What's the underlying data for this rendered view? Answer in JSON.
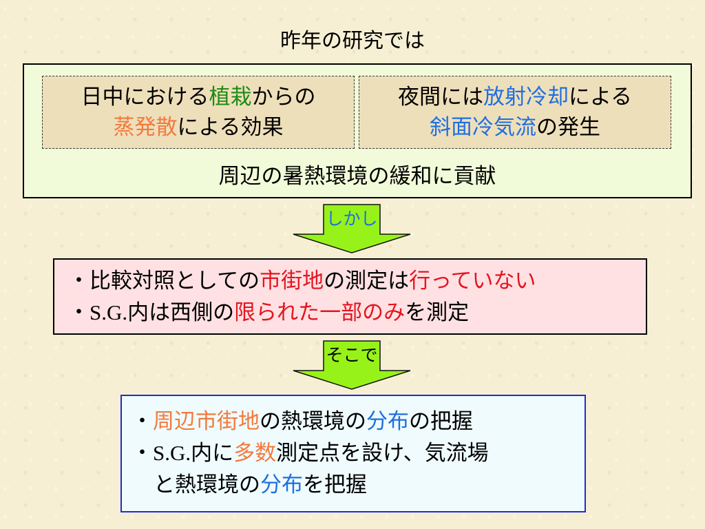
{
  "title": "昨年の研究では",
  "summary_box": {
    "left_note": {
      "line1_a": "日中における",
      "line1_b": "植栽",
      "line1_c": "からの",
      "line2_a": "蒸発散",
      "line2_b": "による効果"
    },
    "right_note": {
      "line1_a": "夜間には",
      "line1_b": "放射冷却",
      "line1_c": "による",
      "line2_a": "斜面冷気流",
      "line2_b": "の発生"
    },
    "caption": "周辺の暑熱環境の緩和に貢献"
  },
  "arrow1_label": "しかし",
  "problems": {
    "item1": {
      "bullet": "・",
      "a": "比較対照としての",
      "b": "市街地",
      "c": "の測定は",
      "d": "行っていない"
    },
    "item2": {
      "bullet": "・",
      "a": "S.G.",
      "b": "内は西側の",
      "c": "限られた一部のみ",
      "d": "を測定"
    }
  },
  "arrow2_label": "そこで",
  "plan": {
    "item1": {
      "bullet": "・",
      "a": "周辺市街地",
      "b": "の熱環境の",
      "c": "分布",
      "d": "の把握"
    },
    "item2": {
      "bullet": "・",
      "a": "S.G.",
      "b": "内に",
      "c": "多数",
      "d": "測定点を設け、気流場"
    },
    "item2_cont": {
      "a": "と熱環境の",
      "b": "分布",
      "c": "を把握"
    }
  },
  "colors": {
    "green_text": "#1e8a12",
    "orange_text": "#f37a3d",
    "blue_text": "#1e6fe0",
    "red_text": "#e3151f",
    "arrow_fill": "#97f21a",
    "box3_border": "#1d2bd6"
  }
}
